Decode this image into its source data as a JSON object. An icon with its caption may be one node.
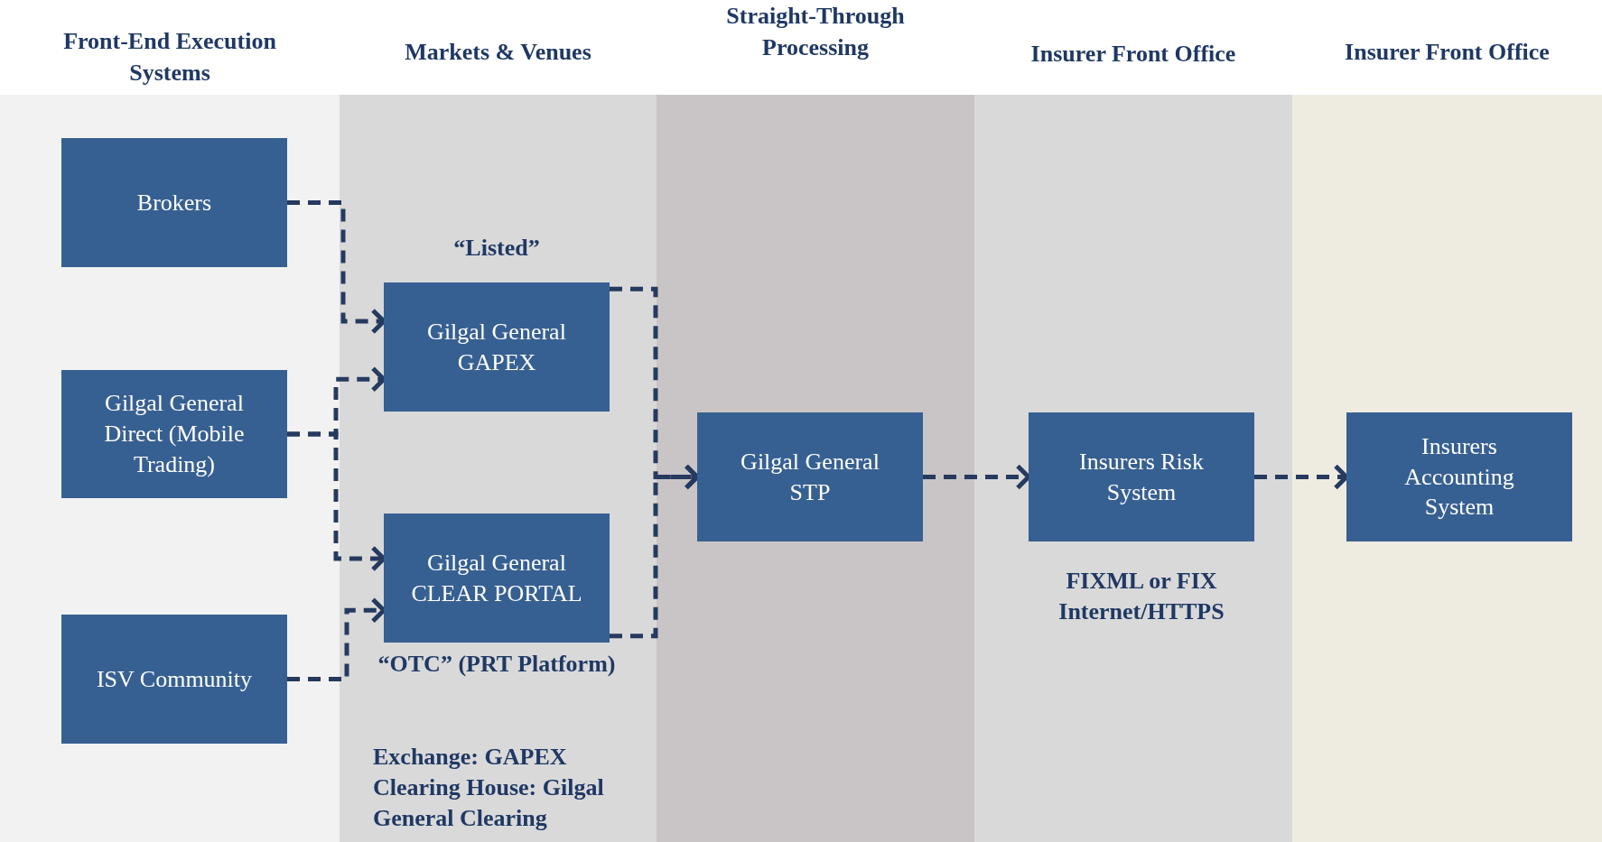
{
  "diagram": {
    "nodes": [
      {
        "text": [
          "Front-End Execution Systems"
        ]
      },
      {
        "text": [
          "Markets & Venues"
        ]
      },
      {
        "text": [
          "Straight-Through Processing"
        ]
      },
      {
        "text": [
          "Insurer Front Office"
        ]
      },
      {
        "text": [
          "Insurer Front Office"
        ]
      },
      {
        "text": [
          "Brokers"
        ],
        "in": 0
      },
      {
        "text": [
          "Gilgal General Direct (Mobile Trading)"
        ],
        "in": 0
      },
      {
        "text": [
          "ISV Community"
        ],
        "in": 0
      },
      {
        "text": [
          "Gilgal General GAPEX"
        ],
        "in": 1,
        "beside": [
          "“Listed”"
        ]
      },
      {
        "text": [
          "Gilgal General CLEAR PORTAL"
        ],
        "in": 1,
        "beside": [
          "“OTC” (PRT Platform)"
        ]
      },
      {
        "text": [
          "Gilgal General STP"
        ],
        "in": 2
      },
      {
        "text": [
          "Insurers Risk System"
        ],
        "in": 3,
        "beside": [
          "FIXML or FIX Internet/HTTPS"
        ]
      },
      {
        "text": [
          "Insurers Accounting System"
        ],
        "in": 4
      }
    ],
    "edges": [
      {
        "from": 5,
        "to": 8,
        "arrow": "to",
        "style": "dashed"
      },
      {
        "from": 6,
        "to": 8,
        "arrow": "to",
        "style": "dashed"
      },
      {
        "from": 6,
        "to": 9,
        "arrow": "to",
        "style": "dashed"
      },
      {
        "from": 7,
        "to": 9,
        "arrow": "to",
        "style": "dashed"
      },
      {
        "from": 8,
        "to": 10,
        "arrow": "to",
        "style": "dashed"
      },
      {
        "from": 9,
        "to": 10,
        "arrow": "to",
        "style": "dashed"
      },
      {
        "from": 10,
        "to": 11,
        "arrow": "to",
        "style": "dashed"
      },
      {
        "from": 11,
        "to": 12,
        "arrow": "to",
        "style": "dashed"
      }
    ],
    "labels": [
      "Exchange: GAPEX",
      "Clearing House: Gilgal General Clearing"
    ]
  }
}
